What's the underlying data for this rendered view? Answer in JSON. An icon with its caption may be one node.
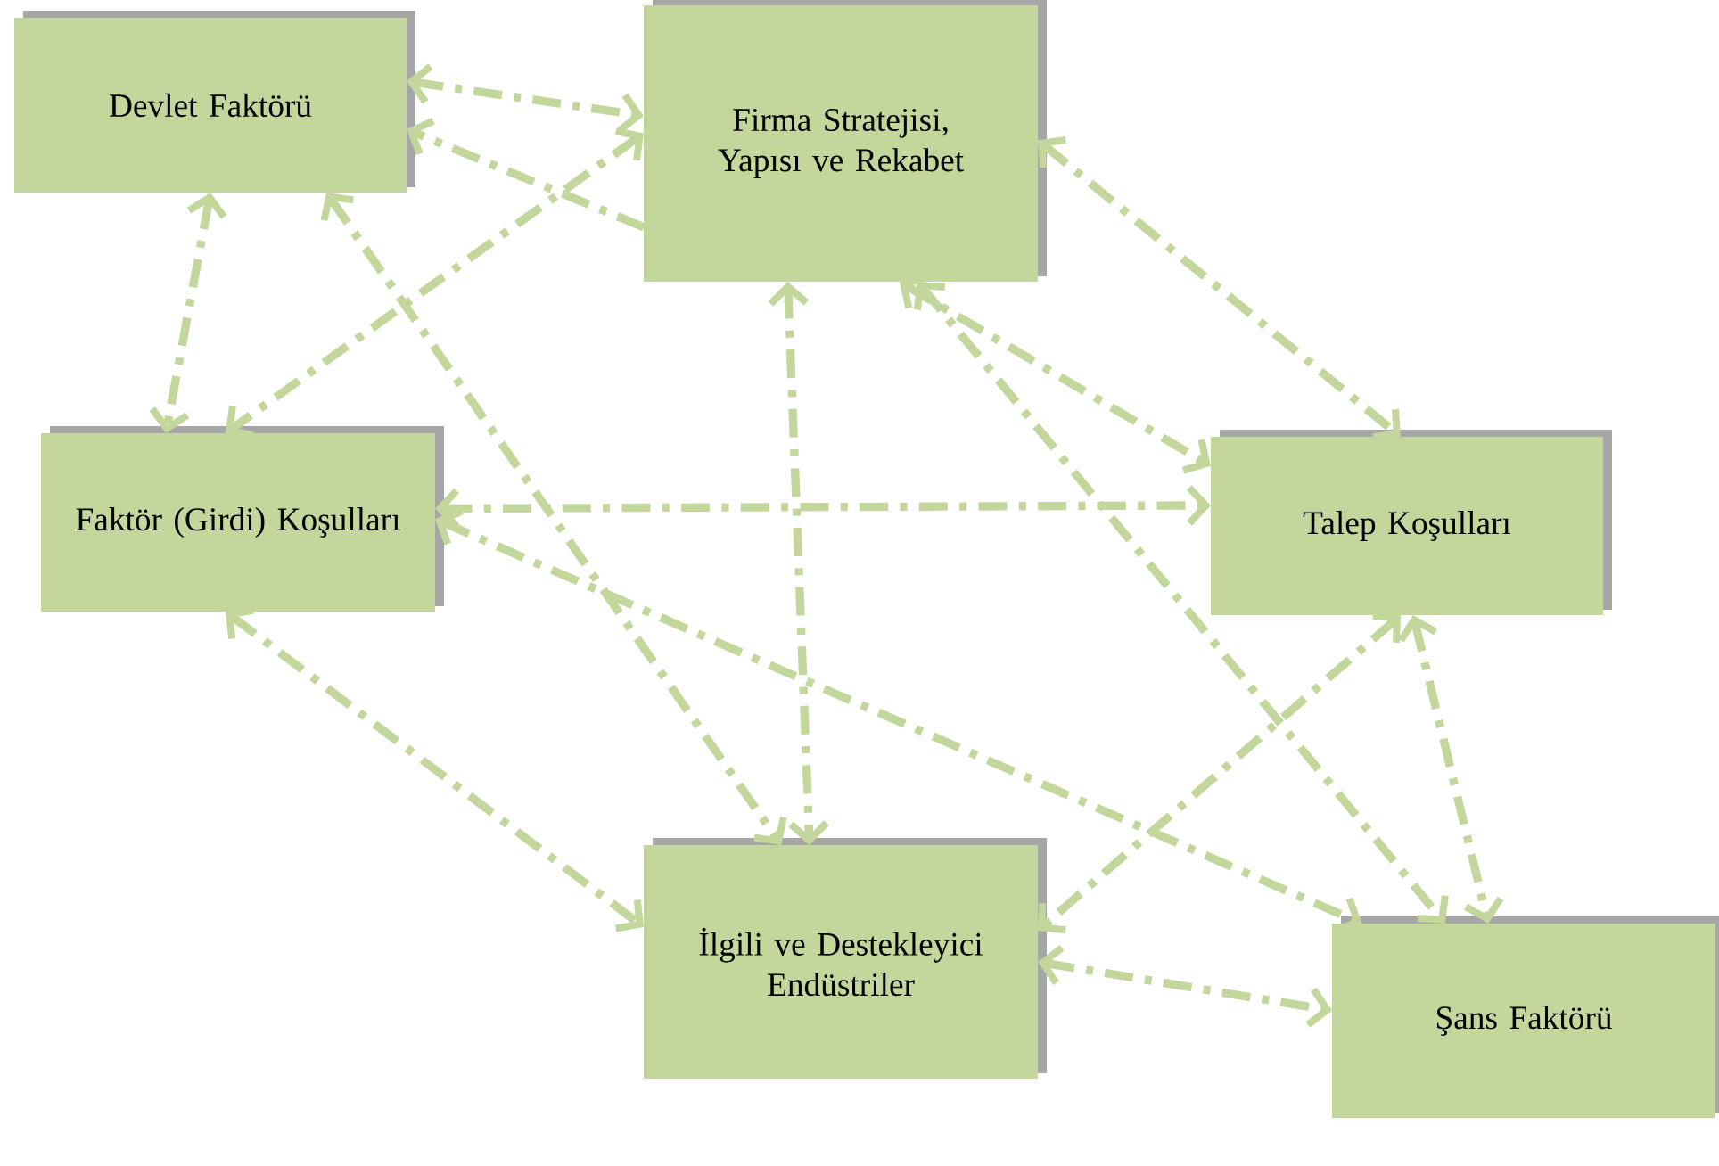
{
  "diagram": {
    "nodes": [
      {
        "text": [
          "Devlet Faktörü"
        ]
      },
      {
        "text": [
          "Firma Stratejisi, Yapısı ve Rekabet"
        ]
      },
      {
        "text": [
          "Faktör (Girdi) Koşulları"
        ]
      },
      {
        "text": [
          "Talep Koşulları"
        ]
      },
      {
        "text": [
          "İlgili ve Destekleyici Endüstriler"
        ]
      },
      {
        "text": [
          "Şans Faktörü"
        ]
      }
    ],
    "edges": [
      {
        "from": 0,
        "to": 1,
        "arrow": "both",
        "style": "dashed"
      },
      {
        "from": 1,
        "to": 0,
        "arrow": "to",
        "style": "dashed"
      },
      {
        "from": 1,
        "to": 2,
        "arrow": "both",
        "style": "dashed"
      },
      {
        "from": 0,
        "to": 2,
        "arrow": "both",
        "style": "dashed"
      },
      {
        "from": 0,
        "to": 4,
        "arrow": "both",
        "style": "dashed"
      },
      {
        "from": 1,
        "to": 4,
        "arrow": "both",
        "style": "dashed"
      },
      {
        "from": 1,
        "to": 3,
        "arrow": "both",
        "style": "dashed"
      },
      {
        "from": 1,
        "to": 3,
        "arrow": "both",
        "style": "dashed"
      },
      {
        "from": 1,
        "to": 5,
        "arrow": "both",
        "style": "dashed"
      },
      {
        "from": 2,
        "to": 3,
        "arrow": "both",
        "style": "dashed"
      },
      {
        "from": 2,
        "to": 5,
        "arrow": "both",
        "style": "dashed"
      },
      {
        "from": 2,
        "to": 4,
        "arrow": "both",
        "style": "dashed"
      },
      {
        "from": 3,
        "to": 4,
        "arrow": "both",
        "style": "dashed"
      },
      {
        "from": 3,
        "to": 5,
        "arrow": "both",
        "style": "dashed"
      },
      {
        "from": 4,
        "to": 5,
        "arrow": "both",
        "style": "dashed"
      }
    ]
  }
}
